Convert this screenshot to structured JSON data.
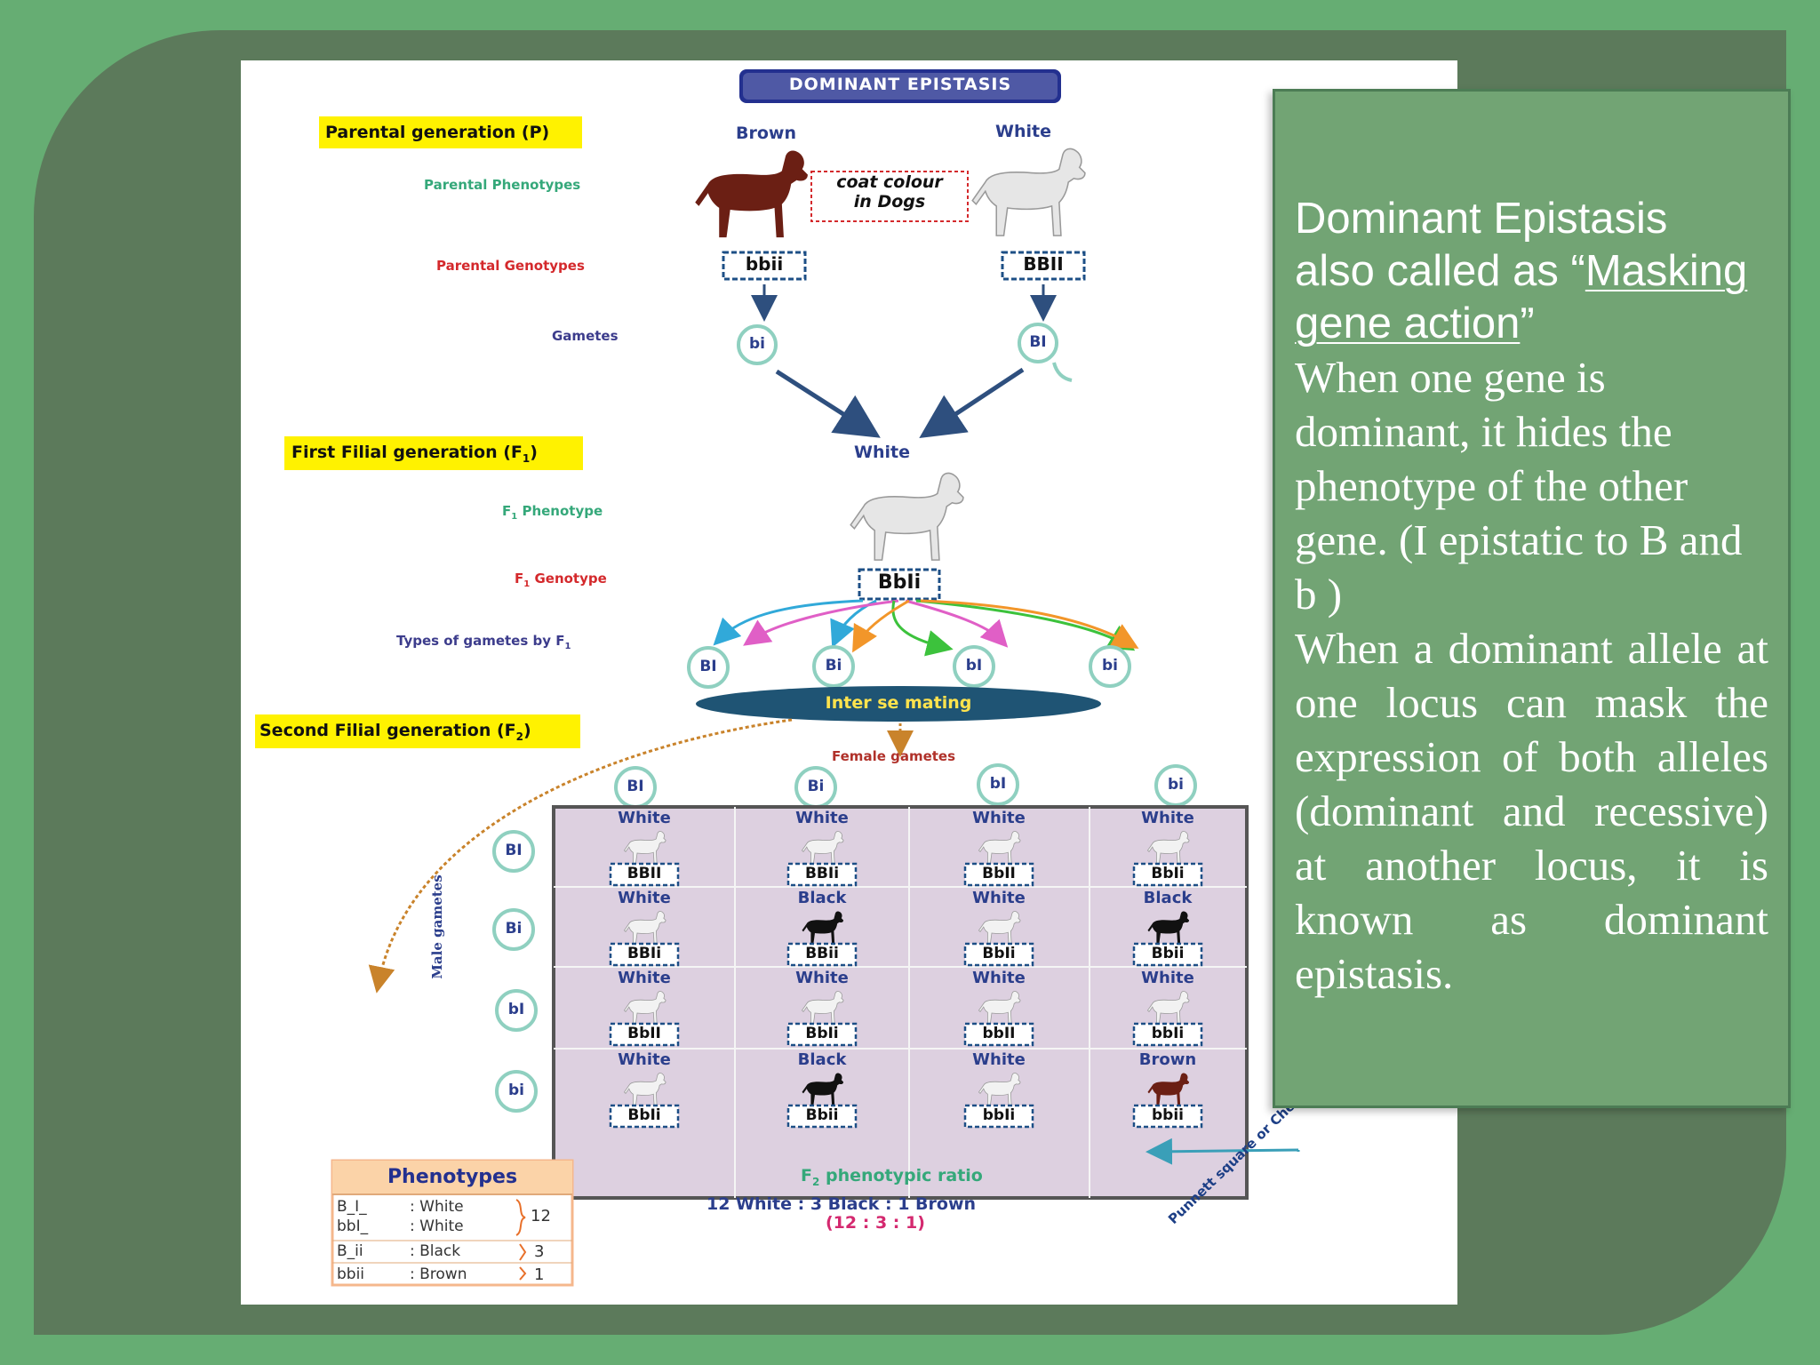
{
  "diagram": {
    "title": "DOMINANT EPISTASIS",
    "parental_generation": "Parental generation (P)",
    "parental_phenotypes": "Parental Phenotypes",
    "parental_genotypes": "Parental Genotypes",
    "gametes": "Gametes",
    "first_filial": "First Filial generation (F",
    "first_filial_sub": "1",
    "f1_phenotype_label": "Phenotype",
    "f1_genotype_label": "Genotype",
    "types_of_gametes": "Types of gametes by F",
    "second_filial": "Second Filial generation (F",
    "second_filial_sub": "2",
    "parent_left": {
      "phenotype": "Brown",
      "genotype": "bbii",
      "gamete": "bi"
    },
    "parent_right": {
      "phenotype": "White",
      "genotype": "BBII",
      "gamete": "BI"
    },
    "coat_colour_line1": "coat colour",
    "coat_colour_line2": "in Dogs",
    "f1_phenotype": "White",
    "f1_genotype": "BbIi",
    "f1_gametes": [
      "BI",
      "Bi",
      "bI",
      "bi"
    ],
    "inter_se": "Inter se mating",
    "female_gametes": "Female gametes",
    "male_gametes": "Male gametes",
    "female_gamete_labels": [
      "BI",
      "Bi",
      "bI",
      "bi"
    ],
    "male_gamete_labels": [
      "BI",
      "Bi",
      "bI",
      "bi"
    ],
    "punnett_rows": [
      [
        {
          "phenotype": "White",
          "genotype": "BBII"
        },
        {
          "phenotype": "White",
          "genotype": "BBIi"
        },
        {
          "phenotype": "White",
          "genotype": "BbII"
        },
        {
          "phenotype": "White",
          "genotype": "BbIi"
        }
      ],
      [
        {
          "phenotype": "White",
          "genotype": "BBIi"
        },
        {
          "phenotype": "Black",
          "genotype": "BBii"
        },
        {
          "phenotype": "White",
          "genotype": "BbIi"
        },
        {
          "phenotype": "Black",
          "genotype": "Bbii"
        }
      ],
      [
        {
          "phenotype": "White",
          "genotype": "BbII"
        },
        {
          "phenotype": "White",
          "genotype": "BbIi"
        },
        {
          "phenotype": "White",
          "genotype": "bbII"
        },
        {
          "phenotype": "White",
          "genotype": "bbIi"
        }
      ],
      [
        {
          "phenotype": "White",
          "genotype": "BbIi"
        },
        {
          "phenotype": "Black",
          "genotype": "Bbii"
        },
        {
          "phenotype": "White",
          "genotype": "bbIi"
        },
        {
          "phenotype": "Brown",
          "genotype": "bbii"
        }
      ]
    ],
    "punnett_caption": "Punnett square or Checke",
    "ratio_title": "phenotypic ratio",
    "ratio_text": "12 White : 3 Black : 1 Brown",
    "ratio_numeric": "(12 : 3 : 1)",
    "phenotypes_box": {
      "title": "Phenotypes",
      "rows": [
        {
          "genotype": "B_I_",
          "phenotype": ": White"
        },
        {
          "genotype": "bbI_",
          "phenotype": ": White"
        },
        {
          "genotype": "B_ii",
          "phenotype": ": Black"
        },
        {
          "genotype": "bbii",
          "phenotype": ": Brown"
        }
      ],
      "counts": [
        "12",
        "3",
        "1"
      ]
    },
    "colors": {
      "white_dog": "#f2f2f2",
      "black_dog": "#111111",
      "brown_dog": "#6b1f14",
      "punnett_bg": "#ddd0e0",
      "title_blue": "#23308f",
      "highlight": "#fff200"
    }
  },
  "text_panel": {
    "heading_line1": "Dominant  Epistasis",
    "heading_line2_prefix": "also called as “",
    "heading_link_part1": "Masking",
    "heading_link_part2": "gene action",
    "heading_suffix": "”",
    "para1": [
      "When one gene is",
      "dominant, it hides the",
      "phenotype of the other",
      "gene. (I epistatic to B and",
      "b )"
    ],
    "para2": [
      "When a dominant allele at",
      "one locus can mask the",
      "expression of both alleles",
      "(dominant and recessive)",
      "at another locus, it is",
      "known as dominant"
    ],
    "para2_last": "epistasis."
  }
}
